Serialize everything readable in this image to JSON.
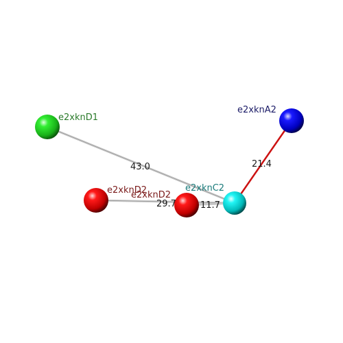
{
  "colors": {
    "green_atom": "#22dd22",
    "blue_atom": "#0000ee",
    "red_atom": "#ee0000",
    "cyan_atom": "#00e5e5",
    "green_label": "#2a7a2a",
    "blue_label": "#1a1a66",
    "red_label": "#7a1a1a",
    "cyan_label": "#1a7a7a",
    "grey_bond": "#c8c8c8",
    "red_bond": "#cc1111"
  },
  "atoms": {
    "d1": {
      "label": "e2xknD1"
    },
    "a2": {
      "label": "e2xknA2"
    },
    "d2_left": {
      "label": "e2xknD2"
    },
    "d2_mid": {
      "label": "e2xknD2"
    },
    "c2": {
      "label": "e2xknC2"
    }
  },
  "distances": {
    "d1_c2": "43.0",
    "a2_c2": "21.4",
    "d2left_c2": "29.7",
    "d2mid_c2": "11.7"
  }
}
